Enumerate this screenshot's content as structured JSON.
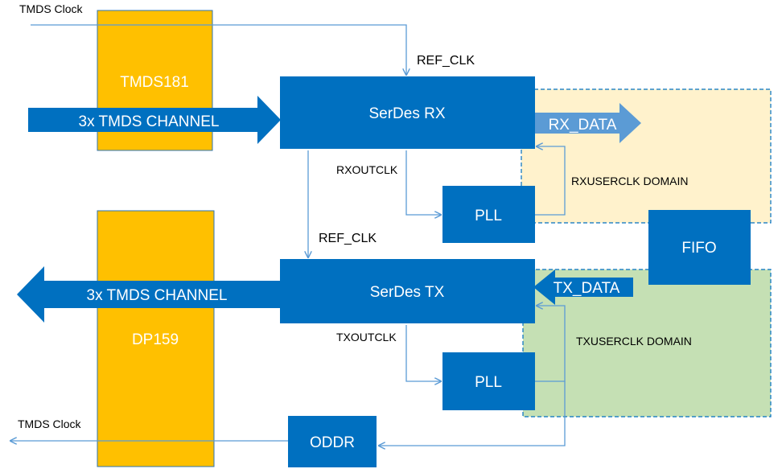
{
  "signals": {
    "tmds_clock_in": "TMDS Clock",
    "tmds_clock_out": "TMDS Clock",
    "ref_clk_rx": "REF_CLK",
    "ref_clk_tx": "REF_CLK",
    "rxoutclk": "RXOUTCLK",
    "txoutclk": "TXOUTCLK"
  },
  "chips": {
    "top": "TMDS181",
    "bottom": "DP159"
  },
  "channels": {
    "input": "3x TMDS CHANNEL",
    "output": "3x TMDS CHANNEL"
  },
  "blocks": {
    "serdes_rx": "SerDes RX",
    "serdes_tx": "SerDes TX",
    "pll_rx": "PLL",
    "pll_tx": "PLL",
    "fifo": "FIFO",
    "oddr": "ODDR"
  },
  "data_paths": {
    "rx_data": "RX_DATA",
    "tx_data": "TX_DATA"
  },
  "domains": {
    "rx": "RXUSERCLK DOMAIN",
    "tx": "TXUSERCLK DOMAIN"
  },
  "colors": {
    "block_blue": "#0070c0",
    "chip_orange": "#ffc000",
    "rx_domain_fill": "#fff2cc",
    "tx_domain_fill": "#c5e0b4",
    "wire_blue": "#5b9bd5",
    "data_arrow_blue": "#5b9bd5"
  }
}
